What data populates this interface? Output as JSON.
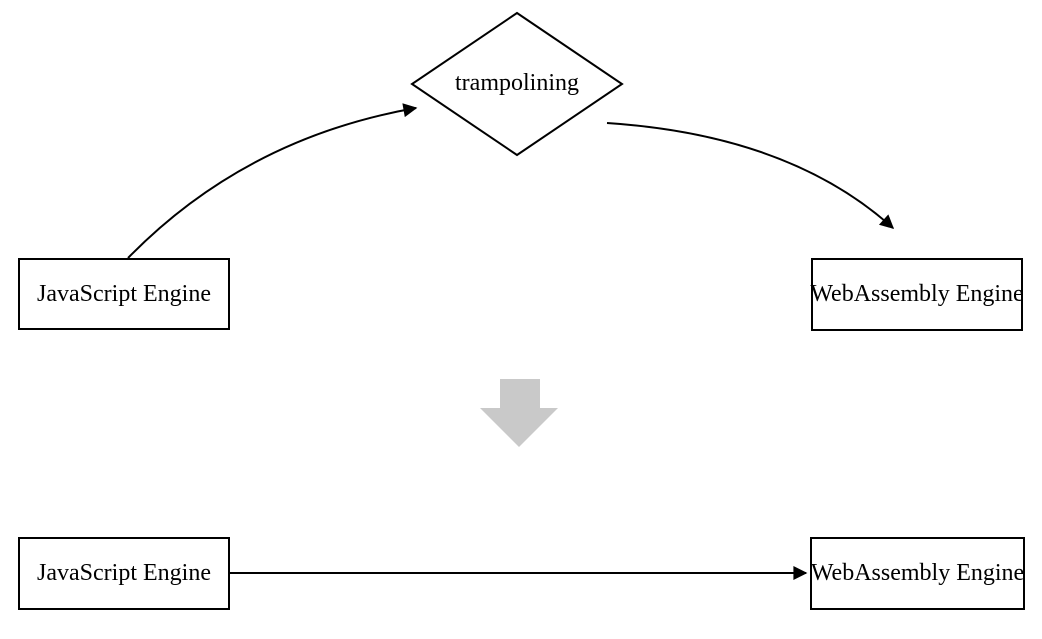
{
  "diagram": {
    "before": {
      "source_box": {
        "label": "JavaScript Engine"
      },
      "decision_diamond": {
        "label": "trampolining"
      },
      "target_box": {
        "label": "WebAssembly Engine"
      }
    },
    "after": {
      "source_box": {
        "label": "JavaScript Engine"
      },
      "target_box": {
        "label": "WebAssembly Engine"
      }
    },
    "transform_arrow": {
      "icon": "down-arrow-icon",
      "color": "#c9c9c9"
    },
    "colors": {
      "line": "#000000",
      "box_border": "#000000",
      "background": "#ffffff",
      "text": "#000000"
    }
  }
}
